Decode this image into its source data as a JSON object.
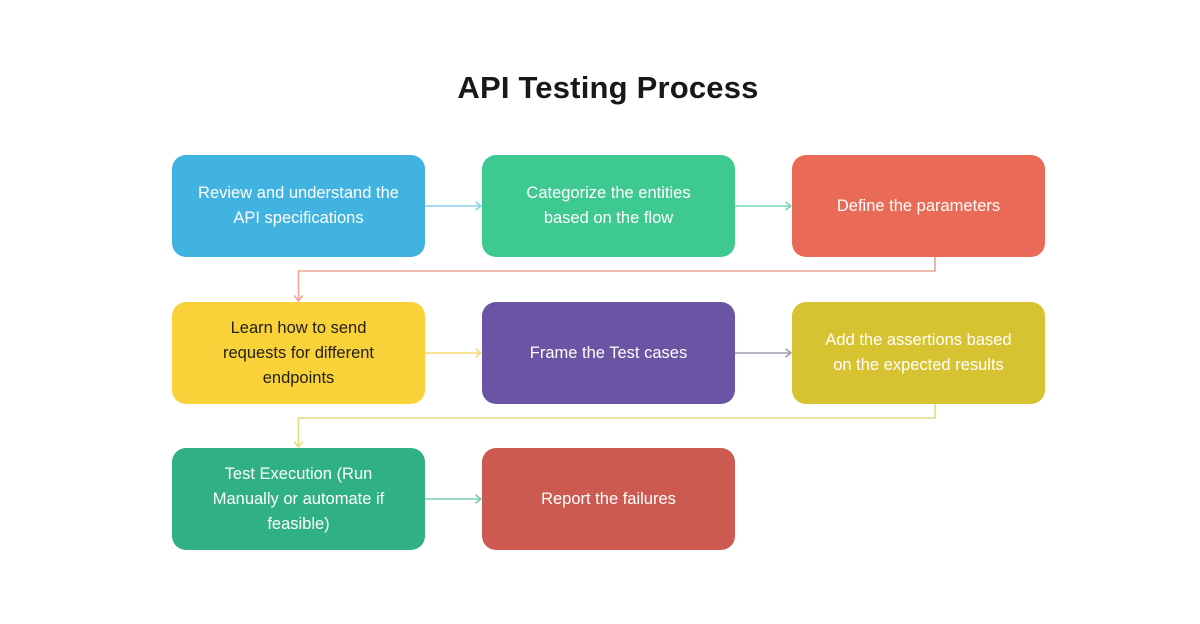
{
  "title": "API Testing Process",
  "colors": {
    "background": "#ffffff",
    "title_text": "#17171c"
  },
  "nodes": [
    {
      "label": "Review and understand the API specifications",
      "bg": "#41b3e1",
      "text": "#ffffff"
    },
    {
      "label": "Categorize the entities based on the flow",
      "bg": "#3ec991",
      "text": "#ffffff"
    },
    {
      "label": "Define the parameters",
      "bg": "#e96a56",
      "text": "#ffffff"
    },
    {
      "label": "Learn how to send requests for different endpoints",
      "bg": "#f9d23a",
      "text": "#242015"
    },
    {
      "label": "Frame the Test cases",
      "bg": "#6a54a3",
      "text": "#ffffff"
    },
    {
      "label": "Add the assertions based on the expected results",
      "bg": "#d7c331",
      "text": "#ffffff"
    },
    {
      "label": "Test Execution (Run Manually or automate if feasible)",
      "bg": "#30b183",
      "text": "#ffffff"
    },
    {
      "label": "Report the failures",
      "bg": "#cc5a50",
      "text": "#ffffff"
    }
  ],
  "connectors": [
    {
      "from": 0,
      "to": 1,
      "type": "straight",
      "color": "#8ccfe7"
    },
    {
      "from": 1,
      "to": 2,
      "type": "straight",
      "color": "#77d5ad"
    },
    {
      "from": 2,
      "to": 3,
      "type": "elbow",
      "color": "#eda496"
    },
    {
      "from": 3,
      "to": 4,
      "type": "straight",
      "color": "#f6d977"
    },
    {
      "from": 4,
      "to": 5,
      "type": "straight",
      "color": "#a09aab"
    },
    {
      "from": 5,
      "to": 6,
      "type": "elbow",
      "color": "#dfdc80"
    },
    {
      "from": 6,
      "to": 7,
      "type": "straight",
      "color": "#76ceb1"
    }
  ]
}
